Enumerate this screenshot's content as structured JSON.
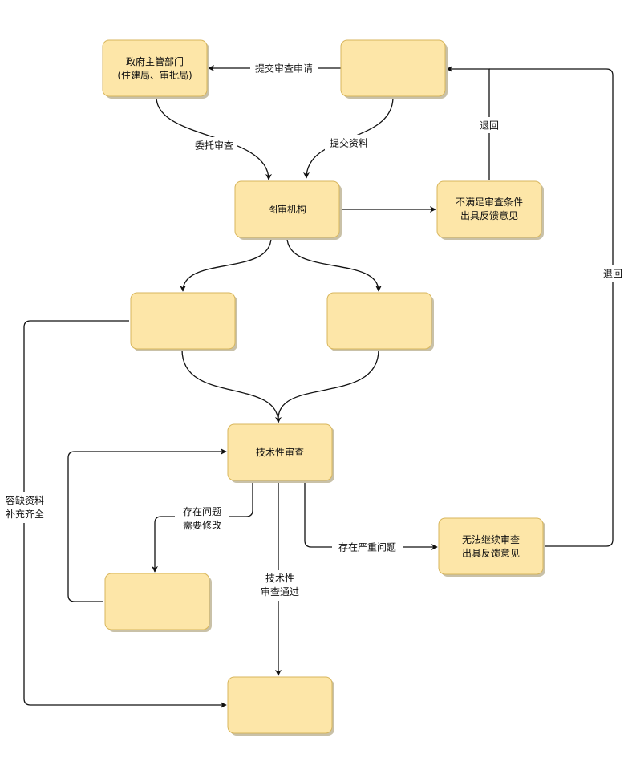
{
  "nodes": {
    "gov": {
      "lines": [
        "政府主管部门",
        "(住建局、审批局)"
      ]
    },
    "applicant": {
      "lines": []
    },
    "review_org": {
      "lines": [
        "图审机构"
      ]
    },
    "not_meet": {
      "lines": [
        "不满足审查条件",
        "出具反馈意见"
      ]
    },
    "left_mid": {
      "lines": []
    },
    "right_mid": {
      "lines": []
    },
    "tech_review": {
      "lines": [
        "技术性审查"
      ]
    },
    "cannot_continue": {
      "lines": [
        "无法继续审查",
        "出具反馈意见"
      ]
    },
    "modify": {
      "lines": []
    },
    "final": {
      "lines": []
    }
  },
  "edges": {
    "submit_apply": {
      "lines": [
        "提交审查申请"
      ]
    },
    "entrust": {
      "lines": [
        "委托审查"
      ]
    },
    "submit_docs": {
      "lines": [
        "提交资料"
      ]
    },
    "return_top": {
      "lines": [
        "退回"
      ]
    },
    "return_right": {
      "lines": [
        "退回"
      ]
    },
    "has_problem": {
      "lines": [
        "存在问题",
        "需要修改"
      ]
    },
    "serious_problem": {
      "lines": [
        "存在严重问题"
      ]
    },
    "tech_pass": {
      "lines": [
        "技术性",
        "审查通过"
      ]
    },
    "missing_docs": {
      "lines": [
        "容缺资料",
        "补充齐全"
      ]
    }
  }
}
